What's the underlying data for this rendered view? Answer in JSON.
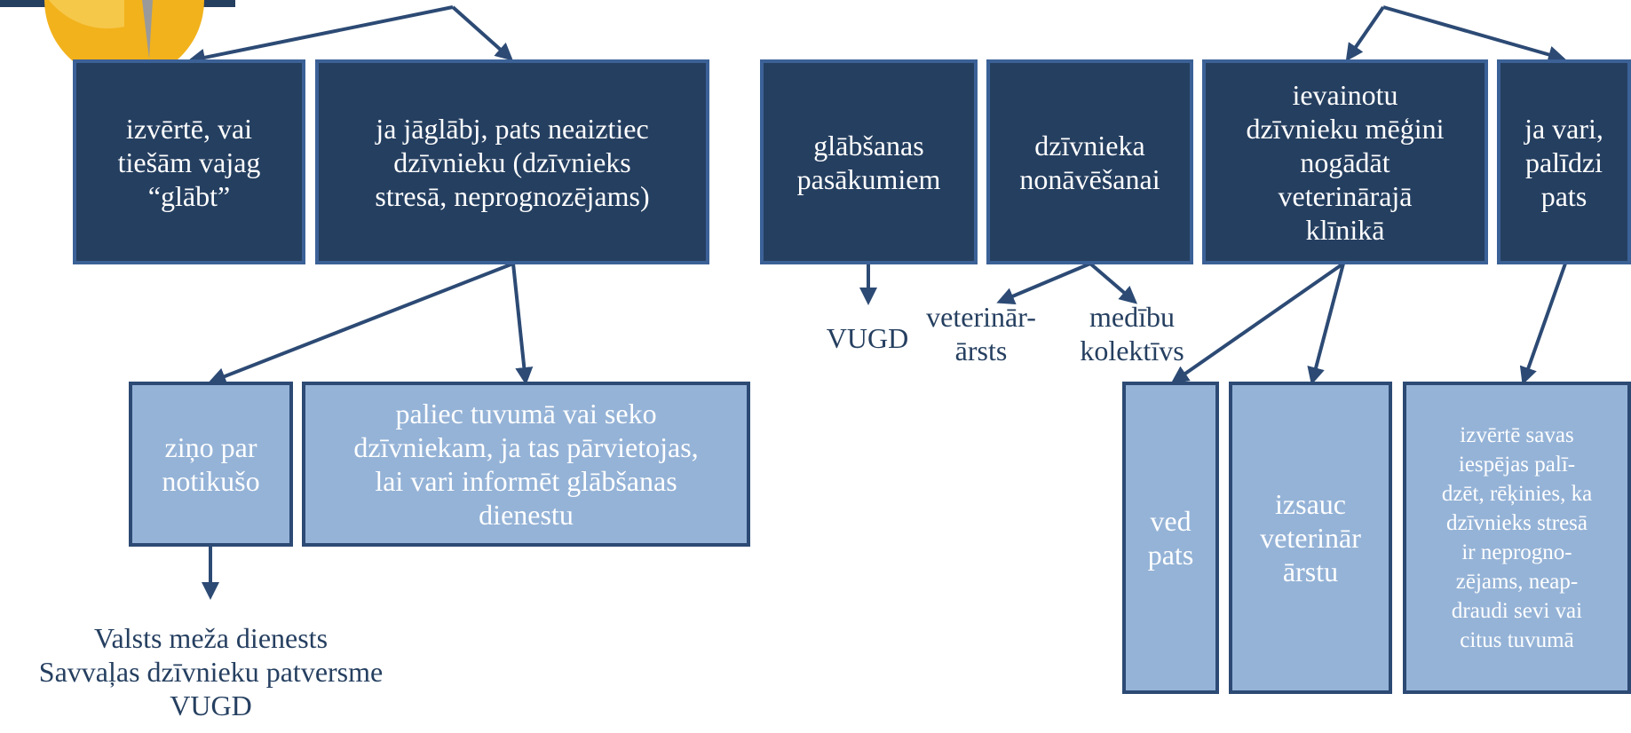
{
  "left": {
    "box_evaluate": "izvērtē, vai\ntiešām vajag\n“glābt”",
    "box_if_rescue": "ja jāglābj, pats neaiztiec\ndzīvnieku  (dzīvnieks\nstresā, neprognozējams)",
    "box_report": "ziņo par\nnotikušo",
    "box_stay_near": "paliec tuvumā vai seko\ndzīvniekam, ja tas pārvietojas,\nlai vari informēt glābšanas\ndienestu",
    "contacts": "Valsts meža dienests\nSavvaļas dzīvnieku patversme\nVUGD"
  },
  "right": {
    "box_rescue_measures": "glābšanas\npasākumiem",
    "box_euthanasia": "dzīvnieka\nnonāvēšanai",
    "box_injured": "ievainotu\ndzīvnieku mēģini\nnogādāt\nveterinārajā\nklīnikā",
    "box_help_yourself": "ja vari,\npalīdzi\npats",
    "label_vugd": "VUGD",
    "label_vet": "veterinār-\nārsts",
    "label_hunters": "medību\nkolektīvs",
    "box_drive_self": "ved\npats",
    "box_call_vet": "izsauc\nveterinār\nārstu",
    "box_assess": "izvērtē savas\niespējas palī-\ndzēt, rēķinies, ka\ndzīvnieks stresā\nir neprogno-\nzējams, neap-\ndraudi sevi vai\ncitus tuvumā"
  },
  "colors": {
    "dark_box": "#253f60",
    "light_box": "#95b3d7",
    "border": "#3b6197",
    "arrow": "#2c4a74",
    "text_dark": "#253f60"
  }
}
